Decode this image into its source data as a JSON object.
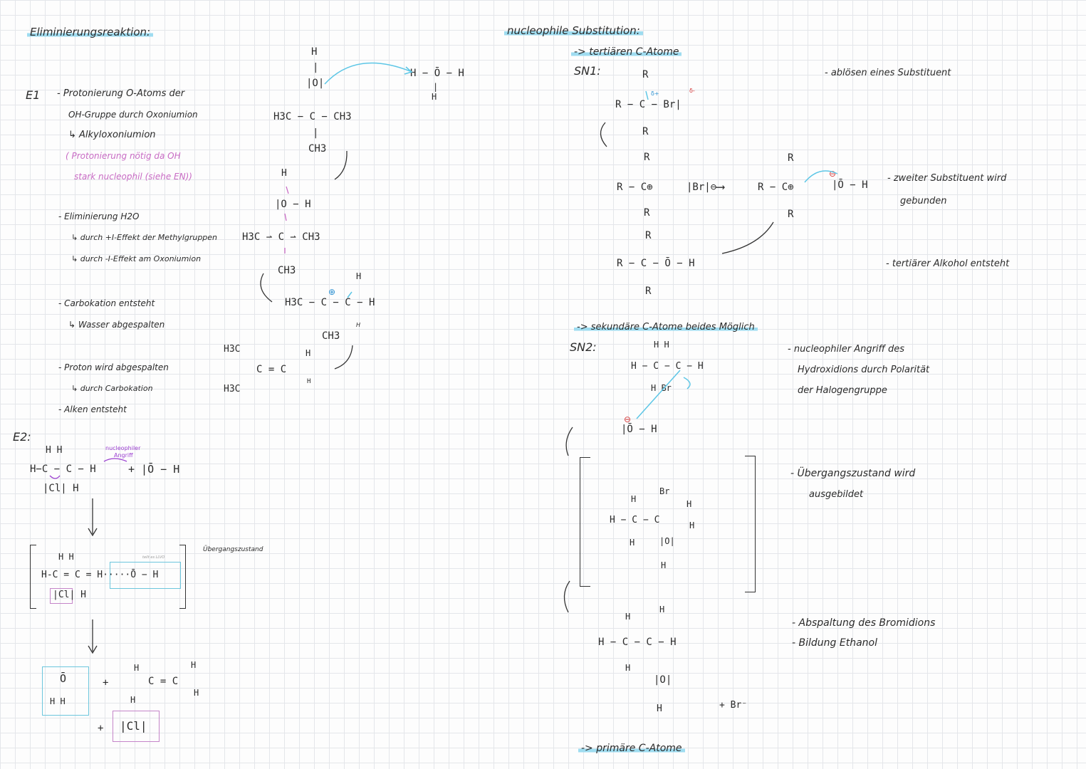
{
  "left": {
    "title": "Eliminierungsreaktion:",
    "e1": {
      "label": "E1",
      "bullet1": {
        "line1": "- Protonierung   O-Atoms   der",
        "line2": "OH-Gruppe  durch  Oxoniumion",
        "line3": "↳ Alkyloxoniumion",
        "note1": "( Protonierung  nötig  da  OH",
        "note2": "stark  nucleophil  (siehe EN))"
      },
      "bullet2": {
        "line1": "- Eliminierung   H2O",
        "line2": "↳ durch  +I-Effekt  der  Methylgruppen",
        "line3": "↳ durch  -I-Effekt  am  Oxoniumion"
      },
      "bullet3": {
        "line1": "- Carbokation  entsteht",
        "line2": "↳ Wasser  abgespalten"
      },
      "bullet4": {
        "line1": "- Proton  wird  abgespalten",
        "line2": "↳ durch  Carbokation"
      },
      "bullet5": {
        "line1": "- Alken  entsteht"
      }
    },
    "e2": {
      "label": "E2:",
      "nucleophil_label1": "nucleophiler",
      "nucleophil_label2": "Angriff",
      "uebergang": "Übergangszustand",
      "small_note": "teilt es LLVO"
    },
    "structs": {
      "h_top": "H",
      "bar": "|",
      "o_top": "|O|",
      "ch3_row": "H3C − C − CH3",
      "bar2": "|",
      "ch3_below": "CH3",
      "water_product": "H − Ō − H",
      "water_h": "|",
      "water_h2": "H",
      "h2": "H",
      "o_plus": "|O − H",
      "methyl_row": "H3C ⇀ C ⇀ CH3",
      "ch3_2": "CH3",
      "carbocation_h": "H",
      "carbocation_row": "H3C − C − C − H",
      "carbocation_plus": "⊕",
      "carbocation_ch3": "CH3",
      "carbocation_h2": "H",
      "alkene_h3c_top": "H3C",
      "alkene_row": "C = C",
      "alkene_h_top": "H",
      "alkene_h3c_bottom": "H3C",
      "alkene_h_bottom": "H",
      "e2_h1": "H    H",
      "e2_row": "H−C − C − H",
      "e2_cl": "|Cl|   H",
      "e2_ho": "+  |Ō − H",
      "ts_h": "H    H",
      "ts_row": "H-C = C = H·····Ō − H",
      "ts_cl": "|Cl|   H",
      "prod_o": "Ō",
      "prod_h": "H   H",
      "plus1": "+",
      "alk_h1": "H",
      "alk_row": "C = C",
      "alk_h2": "H",
      "alk_h3": "H",
      "alk_h4": "H",
      "plus2": "+",
      "cl_ion": "|Cl|"
    }
  },
  "right": {
    "title": "nucleophile   Substitution:",
    "tertiaer": "-> tertiären   C-Atome",
    "sn1": "SN1:",
    "sn1_structs": {
      "r_top": "R",
      "row1": "R − C − Br|",
      "delta_plus": "δ+",
      "delta_minus": "δ-",
      "r_bottom": "R",
      "r2": "R",
      "row2": "R − C⊕",
      "br_ion": "|Br|⊖",
      "r3": "R",
      "arrow": "⟶",
      "row3": "R − C⊕",
      "r4": "R",
      "oh": "|Ō − H",
      "oh_minus": "⊖",
      "r5": "R",
      "r6": "R",
      "row4": "R − C − Ō − H",
      "r7": "R"
    },
    "sn1_notes": {
      "n1": "- ablösen   eines   Substituent",
      "n2a": "- zweiter   Substituent   wird",
      "n2b": "gebunden",
      "n3": "- tertiärer   Alkohol   entsteht"
    },
    "sekundaer": "-> sekundäre   C-Atome   beides   Möglich",
    "sn2": "SN2:",
    "sn2_structs": {
      "h_top": "H    H",
      "row1": "H − C − C   − H",
      "h_bottom": "H   Br",
      "oh": "|Ō − H",
      "oh_minus": "⊖",
      "ts_h": "H",
      "ts_br": "Br",
      "ts_row": "H − C − C",
      "ts_h2": "H",
      "ts_h3": "H",
      "ts_o": "|O|",
      "ts_h4": "H",
      "ts_h5": "H",
      "prod_h_top": "H",
      "prod_h_left": "H",
      "prod_row": "H − C − C   − H",
      "prod_h_bl": "H",
      "prod_o": "|O|",
      "prod_h": "H",
      "br_minus": "+   Br⁻"
    },
    "sn2_notes": {
      "n1a": "- nucleophiler   Angriff   des",
      "n1b": "Hydroxidions   durch   Polarität",
      "n1c": "der   Halogengruppe",
      "n2a": "- Übergangszustand   wird",
      "n2b": "ausgebildet",
      "n3a": "- Abspaltung   des   Bromidions",
      "n3b": "- Bildung   Ethanol"
    },
    "primaere": "-> primäre   C-Atome"
  },
  "colors": {
    "highlight": "#9edcf0",
    "pink": "#c86bc4",
    "purple": "#9b3fd0",
    "blue": "#2a8fd0",
    "red": "#d63a3a"
  }
}
